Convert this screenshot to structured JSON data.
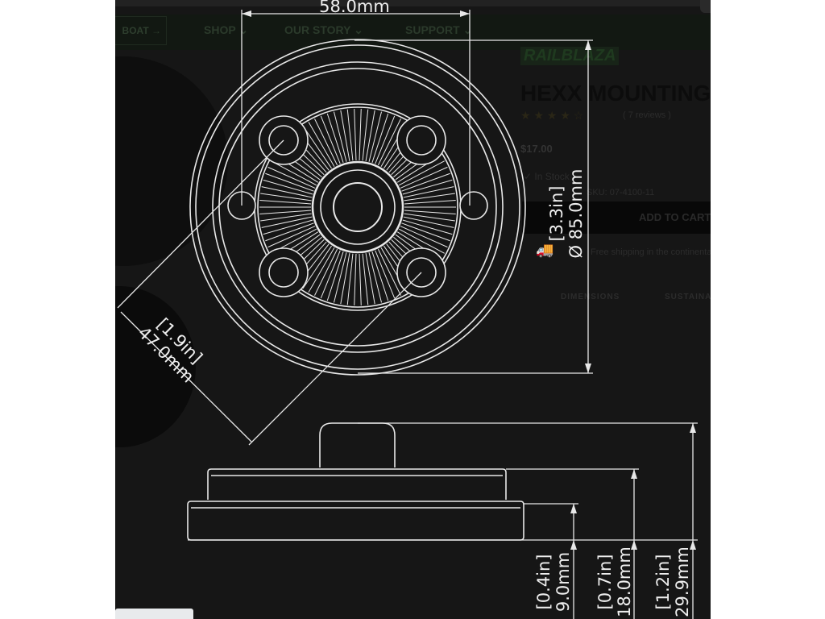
{
  "nav": {
    "boat_button": "BOAT →",
    "items": [
      "SHOP ⌄",
      "OUR STORY ⌄",
      "SUPPORT ⌄"
    ]
  },
  "product": {
    "brand_logo": "RAILBLAZA",
    "title": "HEXX MOUNTING",
    "stars": "★ ★ ★ ★ ☆",
    "reviews": "( 7 reviews )",
    "price": "$17.00",
    "stock": "✓ In Stock",
    "sku": "SKU: 07-4100-11",
    "add_to_cart": "ADD TO CART",
    "shipping": "Free shipping in the continental US",
    "tabs": [
      "DIMENSIONS",
      "SUSTAINABILITY"
    ]
  },
  "drawing": {
    "width_mm": "58.0mm",
    "diameter_mm": "Ø 85.0mm",
    "diameter_in": "[3.3in]",
    "hole_spacing_mm": "47.0mm",
    "hole_spacing_in": "[1.9in]",
    "base_height_mm": "9.0mm",
    "base_height_in": "[0.4in]",
    "flange_height_mm": "18.0mm",
    "flange_height_in": "[0.7in]",
    "total_height_mm": "29.9mm",
    "total_height_in": "[1.2in]"
  }
}
